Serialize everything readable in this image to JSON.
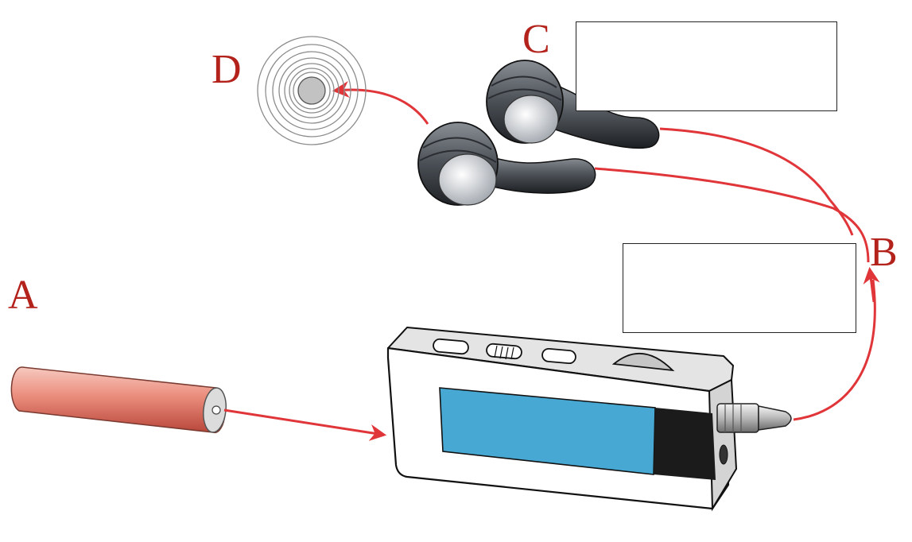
{
  "labels": {
    "a": "A",
    "b": "B",
    "c": "C",
    "d": "D"
  },
  "answer_boxes": {
    "top": "",
    "middle": ""
  },
  "colors": {
    "label": "#b3231c",
    "signal_line": "#e0363a",
    "screen": "#47a9d3",
    "device_body": "#ffffff",
    "device_edge": "#d8d8d8",
    "battery": "#e78b7c",
    "earbud_dark": "#555a60",
    "earbud_light": "#d9dce0"
  },
  "icons": {
    "a": "battery-icon",
    "device": "mp3-player-icon",
    "c": "earbuds-icon",
    "d": "sound-waves-icon"
  }
}
